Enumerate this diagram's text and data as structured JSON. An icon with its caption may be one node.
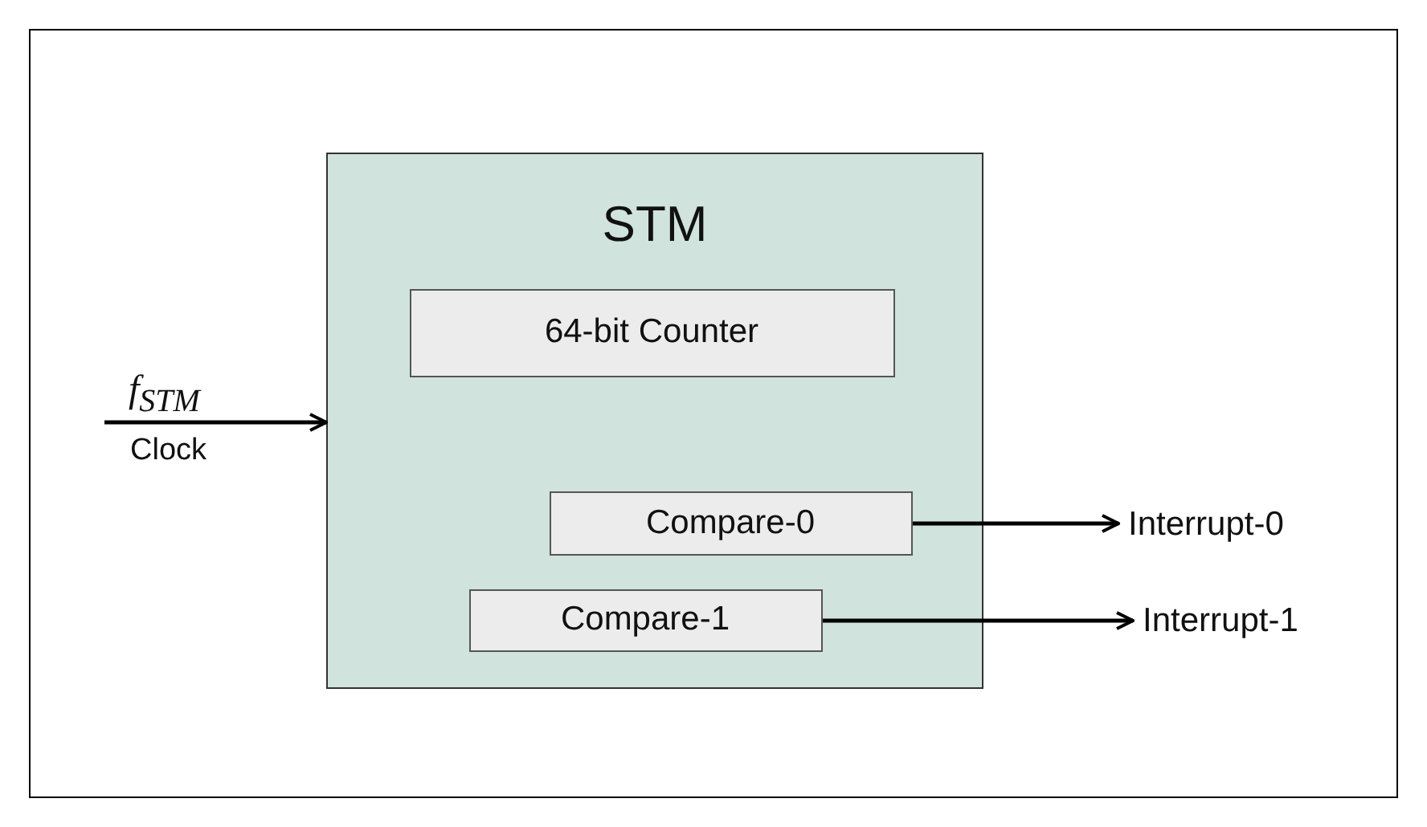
{
  "diagram": {
    "nodes": [
      {
        "text": [
          "STM"
        ]
      },
      {
        "text": [
          "64-bit Counter"
        ],
        "in": 0
      },
      {
        "text": [
          "Compare-0"
        ],
        "in": 0
      },
      {
        "text": [
          "Compare-1"
        ],
        "in": 0
      },
      {
        "text": [
          "Interrupt-0"
        ]
      },
      {
        "text": [
          "Interrupt-1"
        ]
      }
    ],
    "edges": [
      {
        "from": null,
        "to": 0,
        "arrow": "to",
        "label": "f$_{STM}$"
      },
      {
        "from": 2,
        "to": 4,
        "arrow": "to"
      },
      {
        "from": 3,
        "to": 5,
        "arrow": "to"
      }
    ],
    "labels": [
      "Clock"
    ]
  }
}
